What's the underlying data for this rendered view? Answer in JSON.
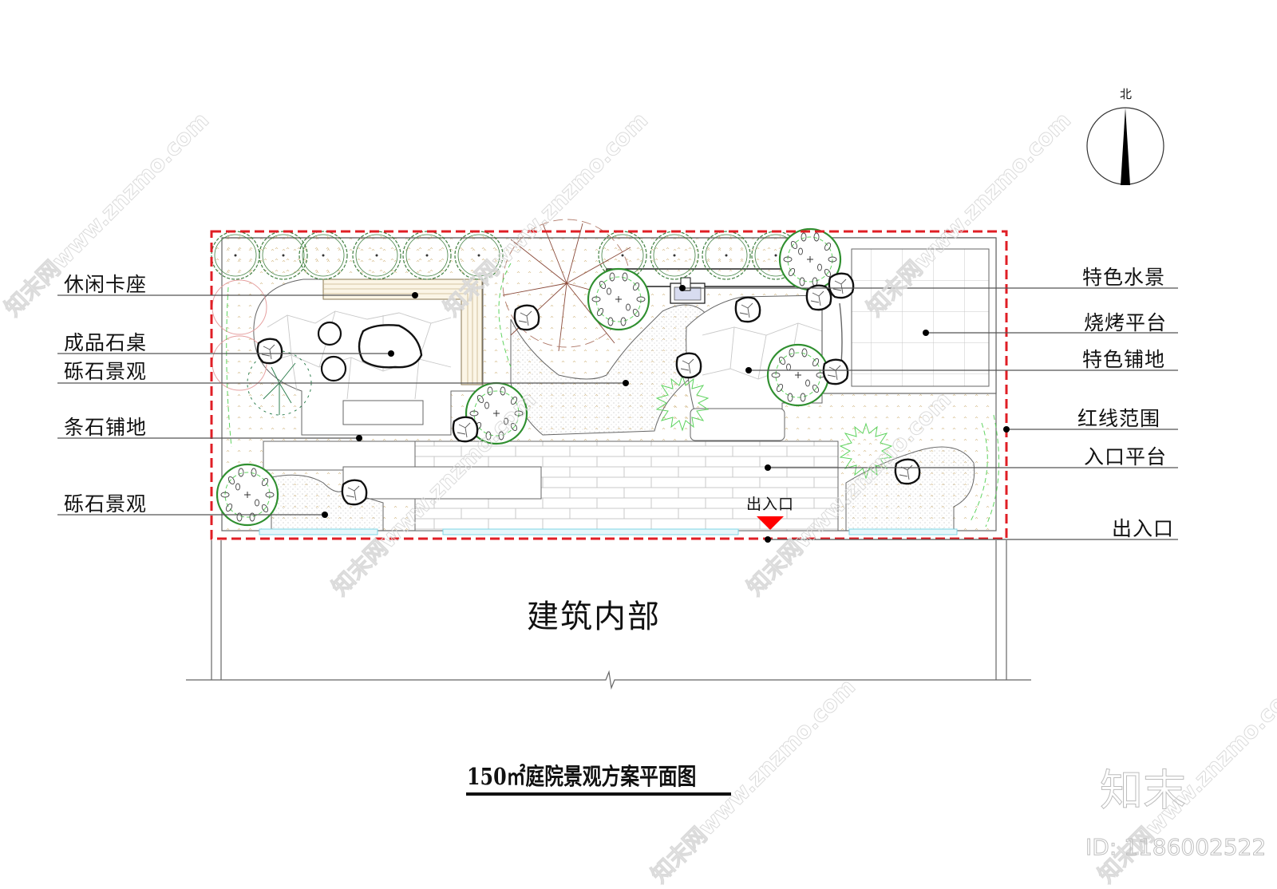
{
  "compass": {
    "north_label": "北"
  },
  "plan": {
    "title": "150㎡庭院景观方案平面图",
    "building_label": "建筑内部",
    "entrance_marker_label": "出入口",
    "colors": {
      "redline": "#e01e25",
      "plant_green": "#2f8f2f",
      "light_green": "#5fd35f",
      "paving_line": "#b0b0b0",
      "deck_wood": "#c9b48a",
      "water": "#7fd6e6",
      "entrance_arrow": "#ff0000"
    }
  },
  "labels_left": [
    {
      "text": "休闲卡座"
    },
    {
      "text": "成品石桌"
    },
    {
      "text": "砾石景观"
    },
    {
      "text": "条石铺地"
    },
    {
      "text": "砾石景观"
    }
  ],
  "labels_right": [
    {
      "text": "特色水景"
    },
    {
      "text": "烧烤平台"
    },
    {
      "text": "特色铺地"
    },
    {
      "text": "红线范围"
    },
    {
      "text": "入口平台"
    },
    {
      "text": "出入口"
    }
  ],
  "watermark": {
    "site_text": "知末网www.znzmo.com",
    "brand": "知末",
    "id_text": "ID: 1186002522"
  }
}
